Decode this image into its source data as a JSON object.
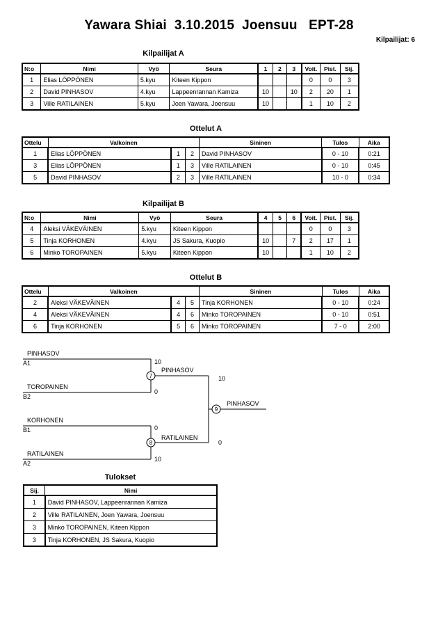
{
  "header": {
    "title": "Yawara Shiai  3.10.2015  Joensuu   EPT-28",
    "participants": "Kilpailijat: 6"
  },
  "pool_a": {
    "title": "Kilpailijat A",
    "headers": [
      "N:o",
      "Nimi",
      "Vyö",
      "Seura",
      "1",
      "2",
      "3",
      "Voit.",
      "Pist.",
      "Sij."
    ],
    "rows": [
      [
        "1",
        "Elias LÖPPÖNEN",
        "5.kyu",
        "Kiteen Kippon",
        "",
        "",
        "",
        "0",
        "0",
        "3"
      ],
      [
        "2",
        "David PINHASOV",
        "4.kyu",
        "Lappeenrannan Kamiza",
        "10",
        "",
        "10",
        "2",
        "20",
        "1"
      ],
      [
        "3",
        "Ville RATILAINEN",
        "5.kyu",
        "Joen Yawara, Joensuu",
        "10",
        "",
        "",
        "1",
        "10",
        "2"
      ]
    ]
  },
  "matches_a": {
    "title": "Ottelut A",
    "headers": [
      "Ottelu",
      "Valkoinen",
      "",
      "",
      "Sininen",
      "Tulos",
      "Aika"
    ],
    "rows": [
      [
        "1",
        "Elias LÖPPÖNEN",
        "1",
        "2",
        "David PINHASOV",
        "0 - 10",
        "0:21"
      ],
      [
        "3",
        "Elias LÖPPÖNEN",
        "1",
        "3",
        "Ville RATILAINEN",
        "0 - 10",
        "0:45"
      ],
      [
        "5",
        "David PINHASOV",
        "2",
        "3",
        "Ville RATILAINEN",
        "10 - 0",
        "0:34"
      ]
    ]
  },
  "pool_b": {
    "title": "Kilpailijat B",
    "headers": [
      "N:o",
      "Nimi",
      "Vyö",
      "Seura",
      "4",
      "5",
      "6",
      "Voit.",
      "Pist.",
      "Sij."
    ],
    "rows": [
      [
        "4",
        "Aleksi VÄKEVÄINEN",
        "5.kyu",
        "Kiteen Kippon",
        "",
        "",
        "",
        "0",
        "0",
        "3"
      ],
      [
        "5",
        "Tinja KORHONEN",
        "4.kyu",
        "JS Sakura, Kuopio",
        "10",
        "",
        "7",
        "2",
        "17",
        "1"
      ],
      [
        "6",
        "Minko TOROPAINEN",
        "5.kyu",
        "Kiteen Kippon",
        "10",
        "",
        "",
        "1",
        "10",
        "2"
      ]
    ]
  },
  "matches_b": {
    "title": "Ottelut B",
    "headers": [
      "Ottelu",
      "Valkoinen",
      "",
      "",
      "Sininen",
      "Tulos",
      "Aika"
    ],
    "rows": [
      [
        "2",
        "Aleksi VÄKEVÄINEN",
        "4",
        "5",
        "Tinja KORHONEN",
        "0 - 10",
        "0:24"
      ],
      [
        "4",
        "Aleksi VÄKEVÄINEN",
        "4",
        "6",
        "Minko TOROPAINEN",
        "0 - 10",
        "0:51"
      ],
      [
        "6",
        "Tinja KORHONEN",
        "5",
        "6",
        "Minko TOROPAINEN",
        "7 - 0",
        "2:00"
      ]
    ]
  },
  "bracket": {
    "semi1_top": {
      "name": "PINHASOV",
      "seed": "A1",
      "score": "10"
    },
    "semi1_bottom": {
      "name": "TOROPAINEN",
      "seed": "B2",
      "score": "0"
    },
    "semi1_match": "7",
    "semi1_winner": "PINHASOV",
    "semi2_top": {
      "name": "KORHONEN",
      "seed": "B1",
      "score": "0"
    },
    "semi2_bottom": {
      "name": "RATILAINEN",
      "seed": "A2",
      "score": "10"
    },
    "semi2_match": "8",
    "semi2_winner": "RATILAINEN",
    "final_top_score": "10",
    "final_bottom_score": "0",
    "final_match": "9",
    "final_winner": "PINHASOV"
  },
  "results": {
    "title": "Tulokset",
    "headers": [
      "Sij.",
      "Nimi"
    ],
    "rows": [
      [
        "1",
        "David PINHASOV, Lappeenrannan Kamiza"
      ],
      [
        "2",
        "Ville RATILAINEN, Joen Yawara, Joensuu"
      ],
      [
        "3",
        "Minko TOROPAINEN, Kiteen Kippon"
      ],
      [
        "3",
        "Tinja KORHONEN, JS Sakura, Kuopio"
      ]
    ]
  }
}
